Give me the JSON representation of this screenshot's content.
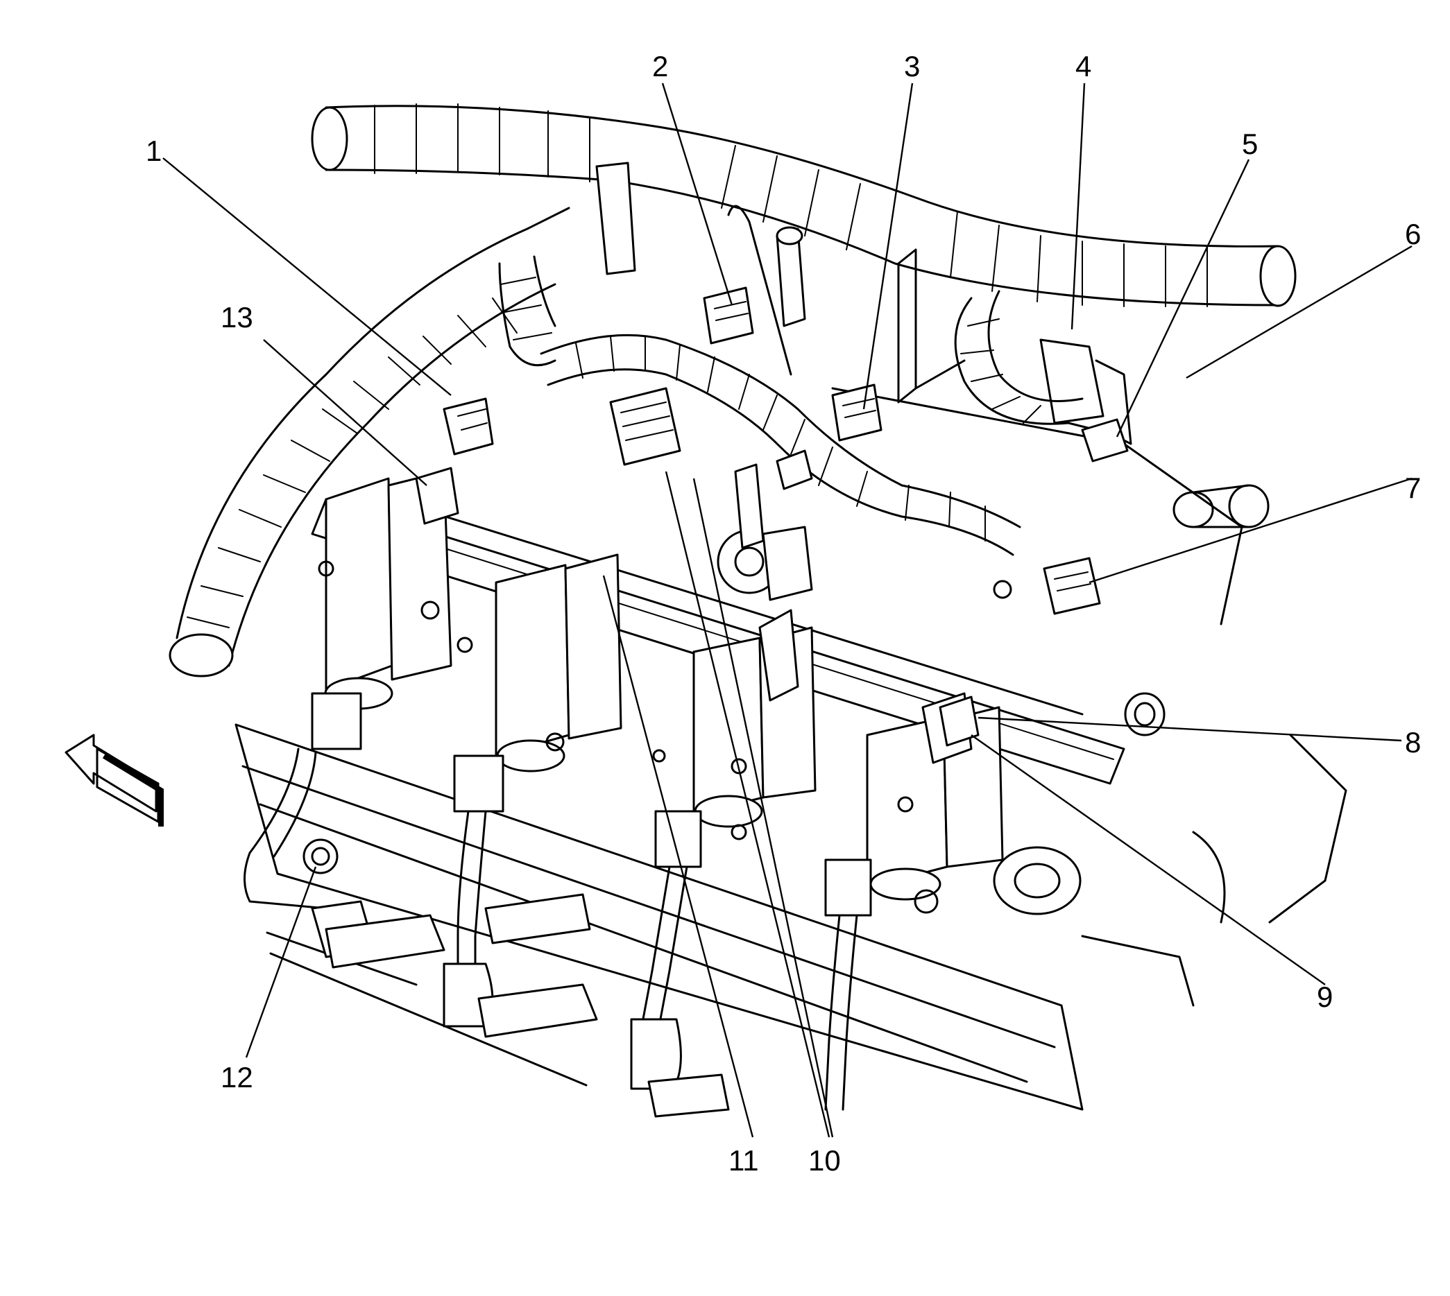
{
  "diagram": {
    "callouts": [
      {
        "id": "1",
        "label": "1"
      },
      {
        "id": "2",
        "label": "2"
      },
      {
        "id": "3",
        "label": "3"
      },
      {
        "id": "4",
        "label": "4"
      },
      {
        "id": "5",
        "label": "5"
      },
      {
        "id": "6",
        "label": "6"
      },
      {
        "id": "7",
        "label": "7"
      },
      {
        "id": "8",
        "label": "8"
      },
      {
        "id": "9",
        "label": "9"
      },
      {
        "id": "10",
        "label": "10"
      },
      {
        "id": "11",
        "label": "11"
      },
      {
        "id": "12",
        "label": "12"
      },
      {
        "id": "13",
        "label": "13"
      }
    ],
    "colors": {
      "ink": "#000000",
      "paper": "#ffffff"
    },
    "icons": {
      "direction_arrow": "arrow-icon"
    }
  }
}
